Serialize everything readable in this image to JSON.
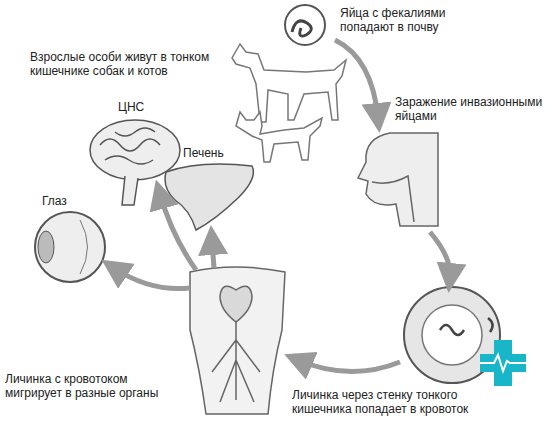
{
  "diagram": {
    "labels": [
      "Яйца с фекалиями попадают в почву",
      "Взрослые особи живут в тонком кишечнике собак и котов",
      "Заражение инвазионными яйцами",
      "ЦНС",
      "Печень",
      "Глаз",
      "Личинка с кровотоком мигрирует в разные органы",
      "Личинка через стенку тонкого кишечника попадает в кровоток"
    ]
  }
}
